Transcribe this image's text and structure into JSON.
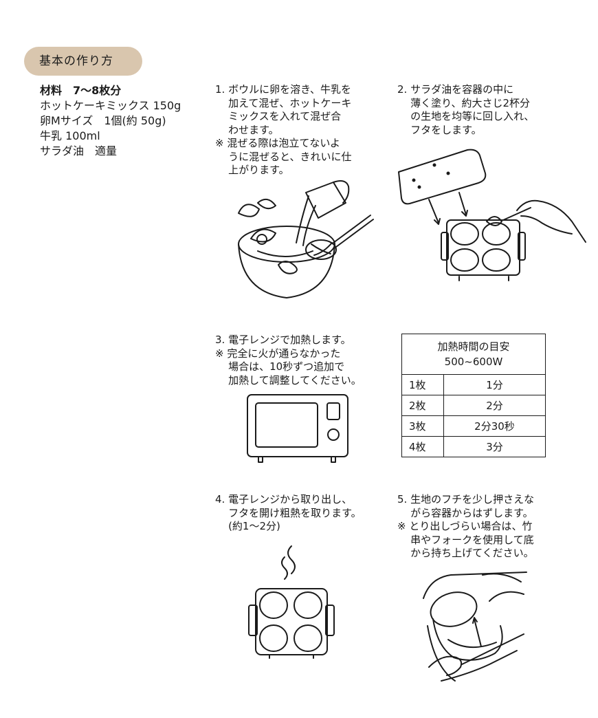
{
  "section_title": "基本の作り方",
  "ingredients": {
    "header": "材料　7～8枚分",
    "items": [
      "ホットケーキミックス 150g",
      "卵Mサイズ　1個(約 50g)",
      "牛乳 100ml",
      "サラダ油　適量"
    ]
  },
  "steps": {
    "s1": "1. ボウルに卵を溶き、牛乳を\n    加えて混ぜ、ホットケーキ\n    ミックスを入れて混ぜ合\n    わせます。\n※ 混ぜる際は泡立てないよ\n    うに混ぜると、きれいに仕\n    上がります。",
    "s2": "2. サラダ油を容器の中に\n    薄く塗り、約大さじ2杯分\n    の生地を均等に回し入れ、\n    フタをします。",
    "s3": "3. 電子レンジで加熱します。\n※ 完全に火が通らなかった\n    場合は、10秒ずつ追加で\n    加熱して調整してください。",
    "s4": "4. 電子レンジから取り出し、\n    フタを開け粗熱を取ります。\n    (約1～2分)",
    "s5": "5. 生地のフチを少し押さえな\n    がら容器からはずします。\n※ とり出しづらい場合は、竹\n    串やフォークを使用して底\n    から持ち上げてください。"
  },
  "heating_table": {
    "title": "加熱時間の目安\n500~600W",
    "rows": [
      {
        "count": "1枚",
        "time": "1分"
      },
      {
        "count": "2枚",
        "time": "2分"
      },
      {
        "count": "3枚",
        "time": "2分30秒"
      },
      {
        "count": "4枚",
        "time": "3分"
      }
    ]
  },
  "colors": {
    "pill_bg": "#d9c6ae",
    "line": "#1a1a1a"
  }
}
